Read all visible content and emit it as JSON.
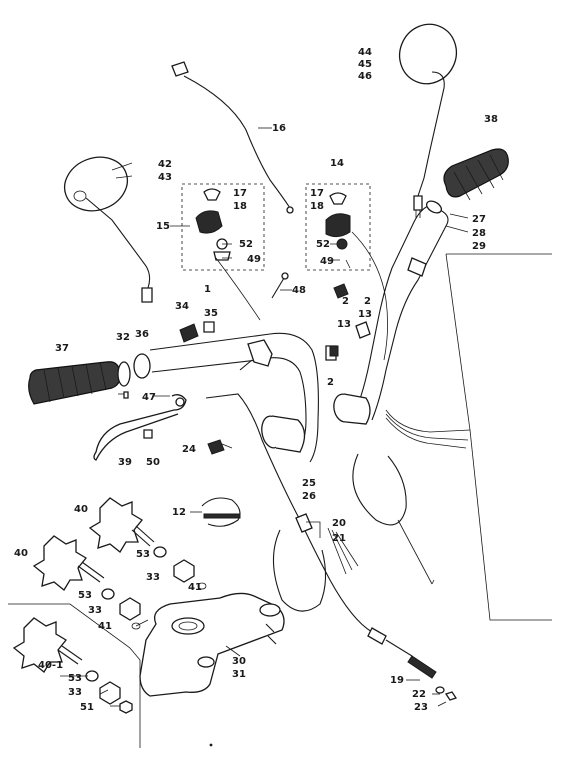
{
  "callouts": [
    {
      "id": "c44",
      "text": "44"
    },
    {
      "id": "c45",
      "text": "45"
    },
    {
      "id": "c46",
      "text": "46"
    },
    {
      "id": "c38",
      "text": "38"
    },
    {
      "id": "c16",
      "text": "16"
    },
    {
      "id": "c42",
      "text": "42"
    },
    {
      "id": "c43",
      "text": "43"
    },
    {
      "id": "c14",
      "text": "14"
    },
    {
      "id": "c17a",
      "text": "17"
    },
    {
      "id": "c18a",
      "text": "18"
    },
    {
      "id": "c15",
      "text": "15"
    },
    {
      "id": "c52a",
      "text": "52"
    },
    {
      "id": "c49a",
      "text": "49"
    },
    {
      "id": "c17b",
      "text": "17"
    },
    {
      "id": "c18b",
      "text": "18"
    },
    {
      "id": "c52b",
      "text": "52"
    },
    {
      "id": "c49b",
      "text": "49"
    },
    {
      "id": "c27",
      "text": "27"
    },
    {
      "id": "c28",
      "text": "28"
    },
    {
      "id": "c29",
      "text": "29"
    },
    {
      "id": "c48",
      "text": "48"
    },
    {
      "id": "c2a",
      "text": "2"
    },
    {
      "id": "c13a",
      "text": "13"
    },
    {
      "id": "c2b",
      "text": "2"
    },
    {
      "id": "c13b",
      "text": "13"
    },
    {
      "id": "c1",
      "text": "1"
    },
    {
      "id": "c34",
      "text": "34"
    },
    {
      "id": "c35",
      "text": "35"
    },
    {
      "id": "c37",
      "text": "37"
    },
    {
      "id": "c32",
      "text": "32"
    },
    {
      "id": "c36",
      "text": "36"
    },
    {
      "id": "c2c",
      "text": "2"
    },
    {
      "id": "c47",
      "text": "47"
    },
    {
      "id": "c39",
      "text": "39"
    },
    {
      "id": "c50",
      "text": "50"
    },
    {
      "id": "c24",
      "text": "24"
    },
    {
      "id": "c25",
      "text": "25"
    },
    {
      "id": "c26",
      "text": "26"
    },
    {
      "id": "c12",
      "text": "12"
    },
    {
      "id": "c40a",
      "text": "40"
    },
    {
      "id": "c20",
      "text": "20"
    },
    {
      "id": "c21",
      "text": "21"
    },
    {
      "id": "c40b",
      "text": "40"
    },
    {
      "id": "c53a",
      "text": "53"
    },
    {
      "id": "c33a",
      "text": "33"
    },
    {
      "id": "c41a",
      "text": "41"
    },
    {
      "id": "c53b",
      "text": "53"
    },
    {
      "id": "c33b",
      "text": "33"
    },
    {
      "id": "c41b",
      "text": "41"
    },
    {
      "id": "c30",
      "text": "30"
    },
    {
      "id": "c31",
      "text": "31"
    },
    {
      "id": "c40c",
      "text": "40-1"
    },
    {
      "id": "c53c",
      "text": "53"
    },
    {
      "id": "c33c",
      "text": "33"
    },
    {
      "id": "c51",
      "text": "51"
    },
    {
      "id": "c19",
      "text": "19"
    },
    {
      "id": "c22",
      "text": "22"
    },
    {
      "id": "c23",
      "text": "23"
    }
  ]
}
